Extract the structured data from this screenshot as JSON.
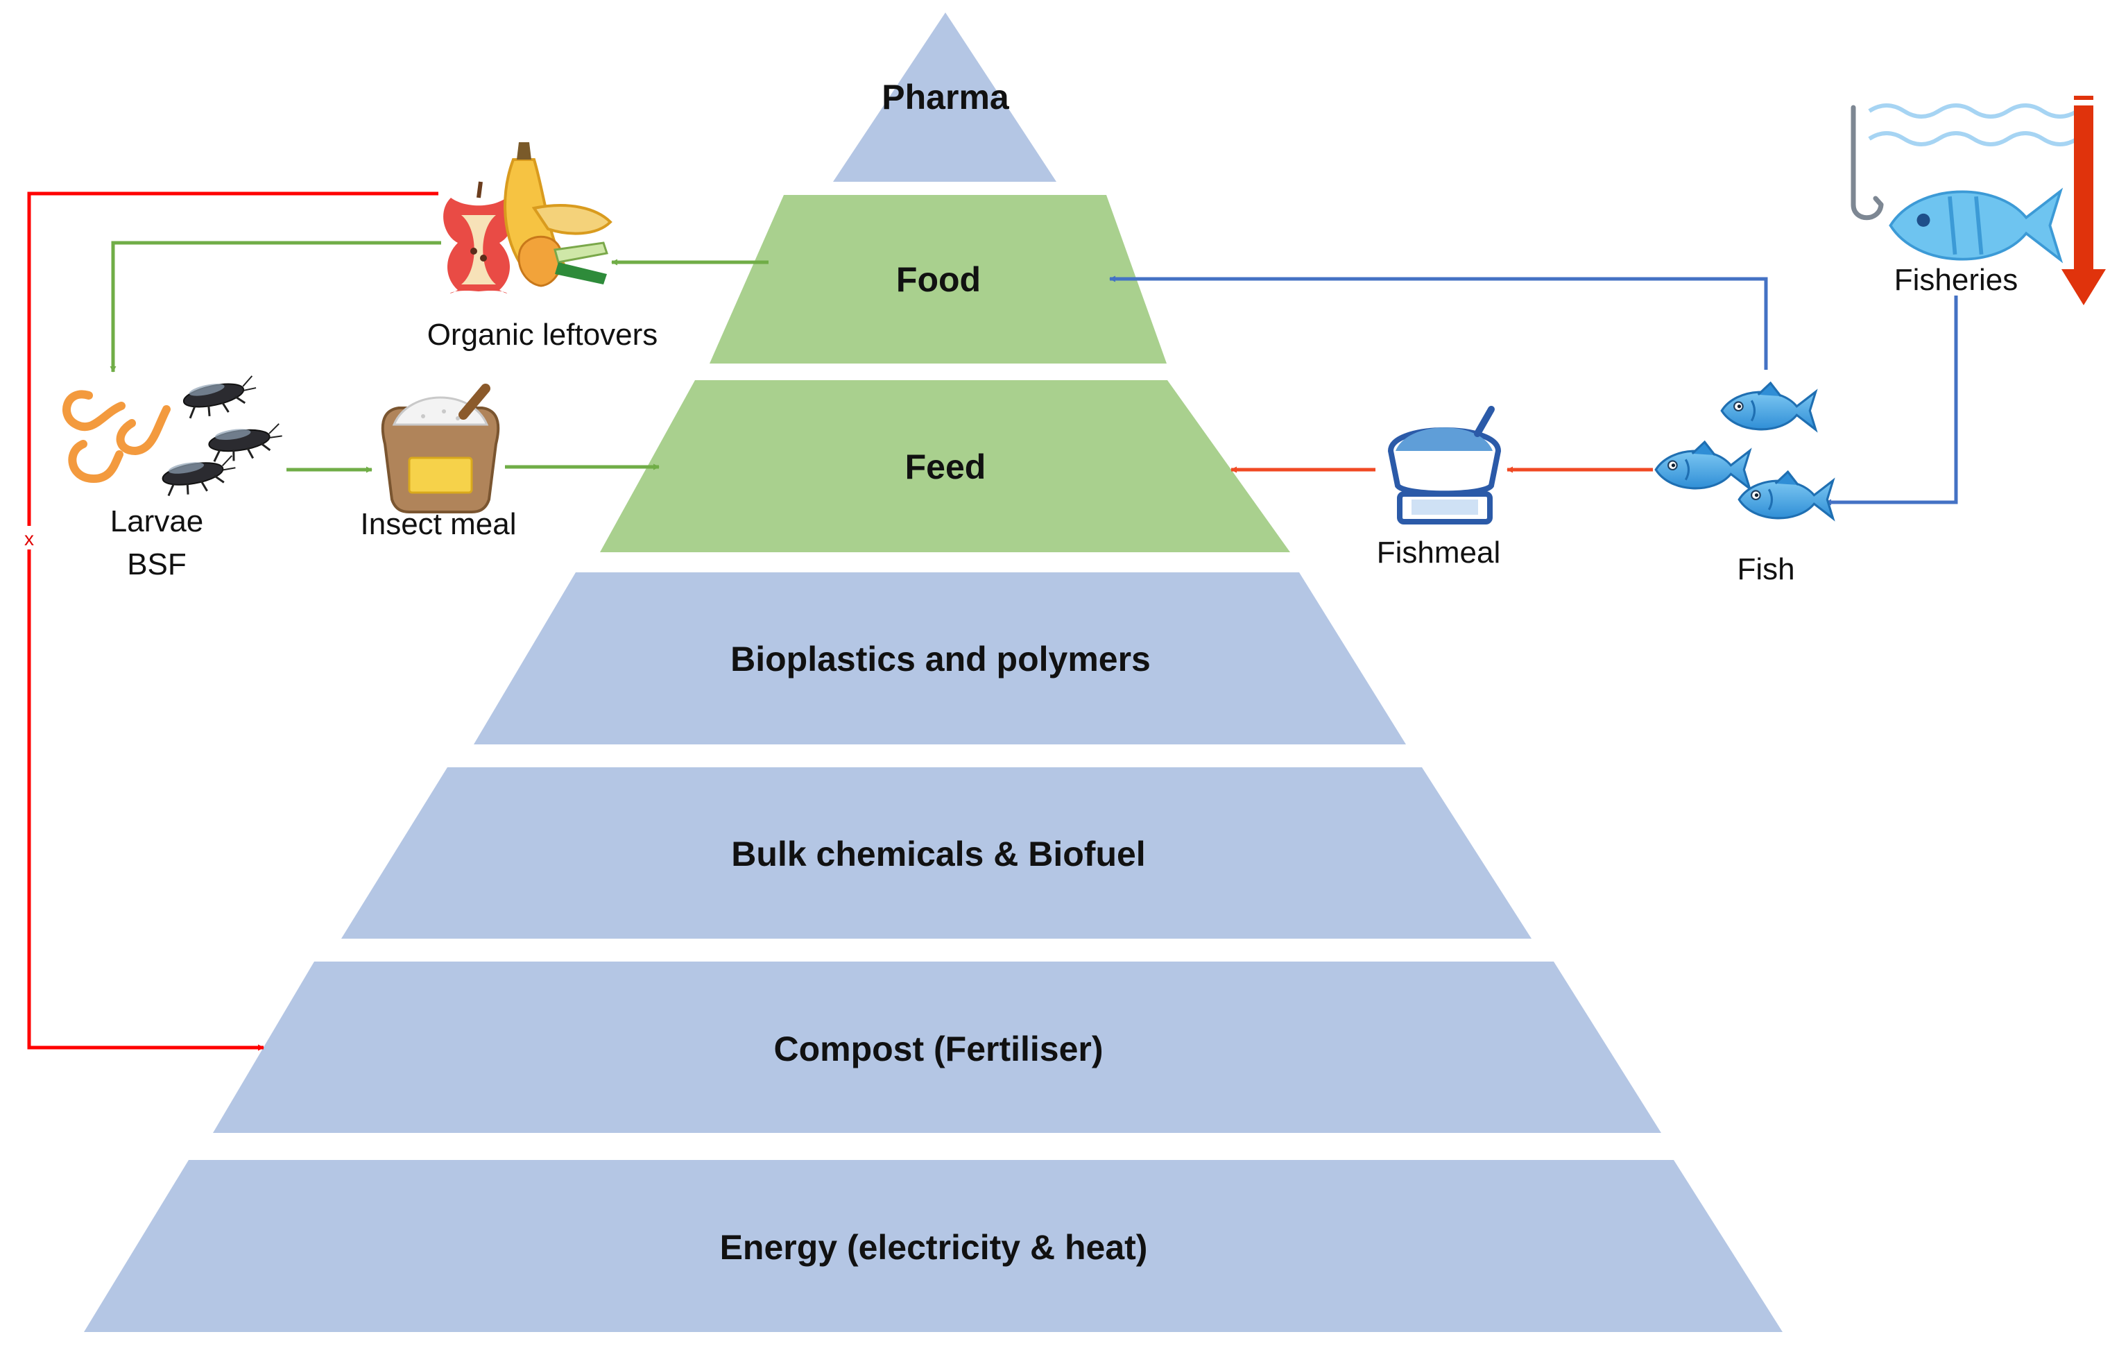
{
  "pyramid": {
    "tiers": [
      {
        "id": "pharma",
        "label": "Pharma",
        "highlight": false
      },
      {
        "id": "food",
        "label": "Food",
        "highlight": true
      },
      {
        "id": "feed",
        "label": "Feed",
        "highlight": true
      },
      {
        "id": "bioplastics",
        "label": "Bioplastics and polymers",
        "highlight": false
      },
      {
        "id": "bulk",
        "label": "Bulk chemicals & Biofuel",
        "highlight": false
      },
      {
        "id": "compost",
        "label": "Compost (Fertiliser)",
        "highlight": false
      },
      {
        "id": "energy",
        "label": "Energy (electricity & heat)",
        "highlight": false
      }
    ],
    "colors": {
      "default": "#b4c6e4",
      "highlight": "#a9d08e"
    }
  },
  "nodes": {
    "organic_leftovers": "Organic leftovers",
    "larvae_line1": "Larvae",
    "larvae_line2": "BSF",
    "insect_meal": "Insect meal",
    "fishmeal": "Fishmeal",
    "fish": "Fish",
    "fisheries": "Fisheries"
  },
  "arrows": {
    "organic_loop_mark": "x",
    "colors": {
      "green": "#70ad47",
      "blue": "#4472c4",
      "red_orange": "#f04923",
      "red": "#ff0000",
      "decline": "#e0330c"
    }
  },
  "icons": [
    "apple-core-icon",
    "banana-peel-icon",
    "larvae-icon",
    "black-soldier-fly-icon",
    "insect-meal-sack-icon",
    "fishmeal-bowl-icon",
    "fish-icon",
    "fishing-hook-icon",
    "waves-icon",
    "declining-arrow-icon"
  ]
}
